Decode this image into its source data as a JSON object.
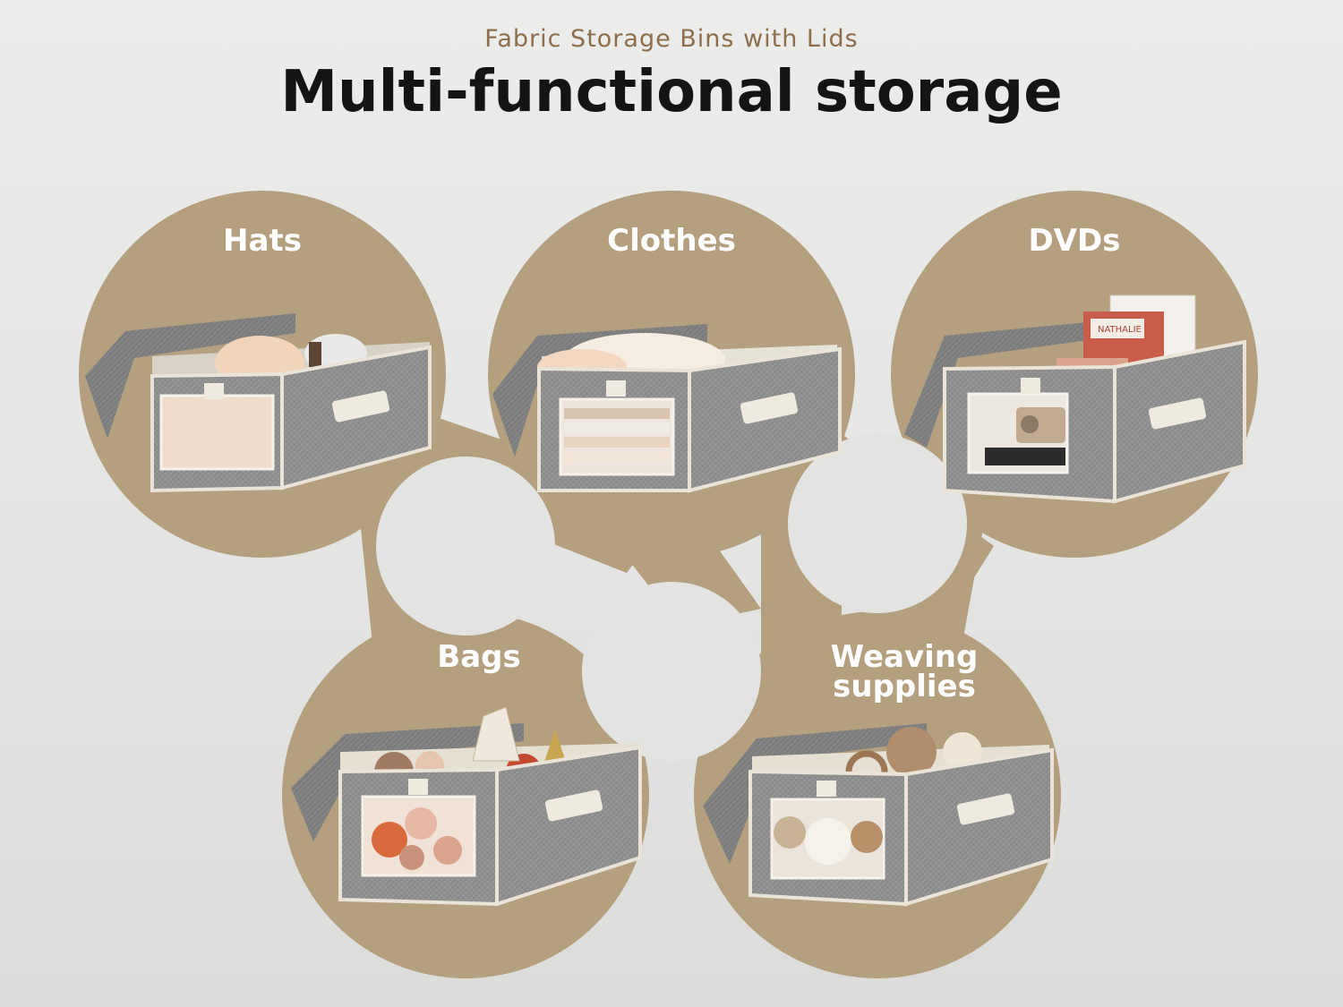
{
  "header": {
    "subtitle": "Fabric Storage Bins with Lids",
    "title": "Multi-functional storage"
  },
  "circles": [
    {
      "label": "Hats"
    },
    {
      "label": "Clothes"
    },
    {
      "label": "DVDs"
    },
    {
      "label": "Bags"
    },
    {
      "label": "Weaving supplies",
      "line1": "Weaving",
      "line2": "supplies"
    }
  ],
  "dvd_book_text": "NATHALIE",
  "colors": {
    "tan": "#b49f7e",
    "box_grey": "#8f8f8f",
    "trim": "#e9e3d8",
    "text_brown": "#8d6e4d"
  }
}
